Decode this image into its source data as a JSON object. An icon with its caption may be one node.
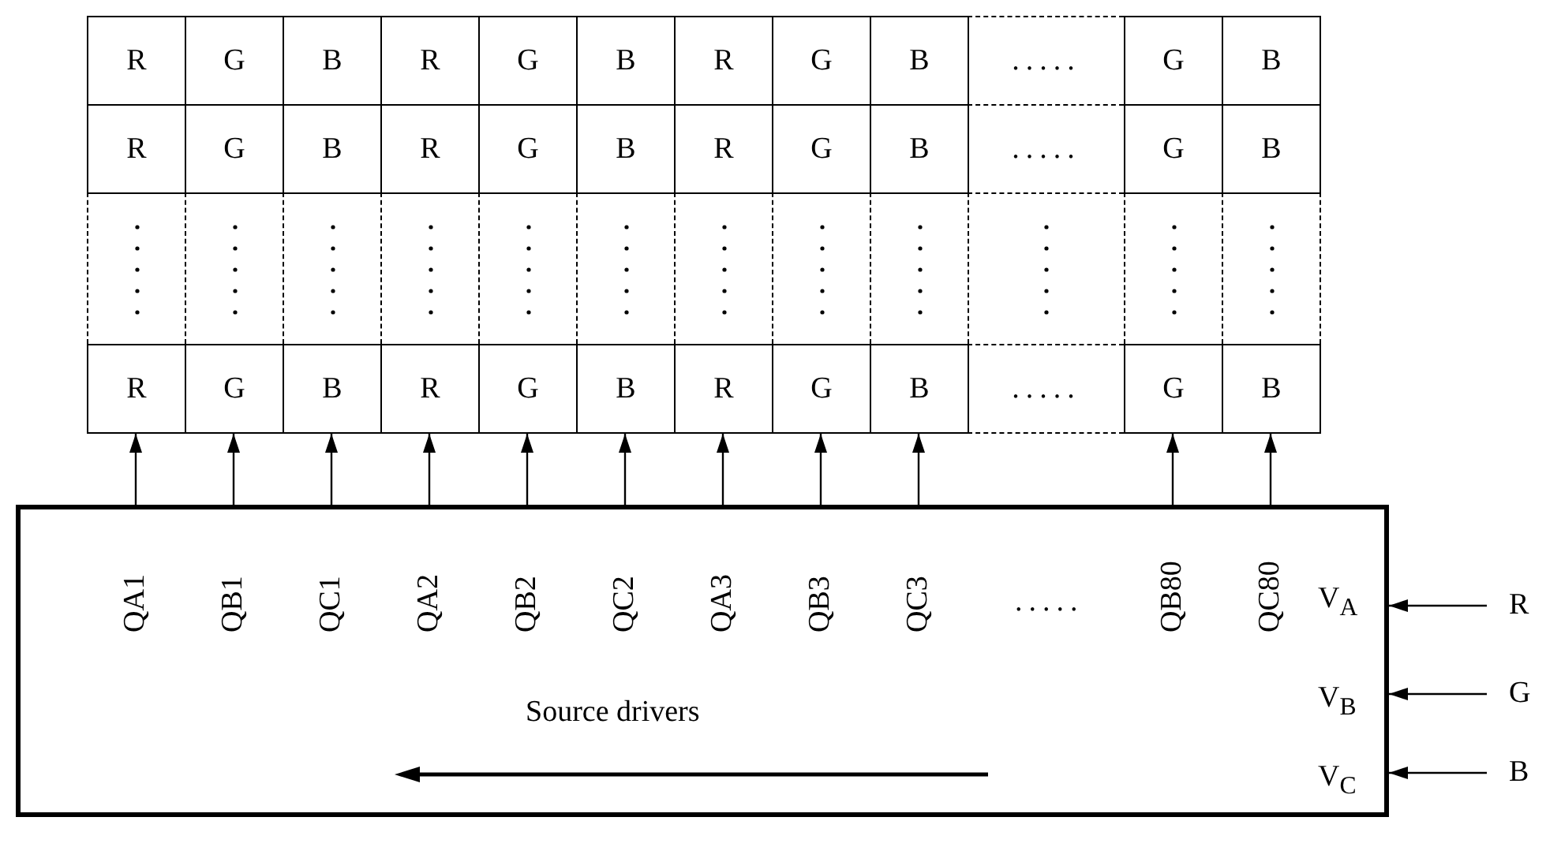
{
  "diagram": {
    "nodes": [
      {
        "text": [
          "R"
        ]
      },
      {
        "text": [
          "G"
        ]
      },
      {
        "text": [
          "B"
        ]
      },
      {
        "text": [
          "R"
        ]
      },
      {
        "text": [
          "G"
        ]
      },
      {
        "text": [
          "B"
        ]
      },
      {
        "text": [
          "R"
        ]
      },
      {
        "text": [
          "G"
        ]
      },
      {
        "text": [
          "B"
        ]
      },
      {
        "text": [
          "....."
        ]
      },
      {
        "text": [
          "G"
        ]
      },
      {
        "text": [
          "B"
        ]
      },
      {
        "text": [
          "R"
        ]
      },
      {
        "text": [
          "G"
        ]
      },
      {
        "text": [
          "B"
        ]
      },
      {
        "text": [
          "R"
        ]
      },
      {
        "text": [
          "G"
        ]
      },
      {
        "text": [
          "B"
        ]
      },
      {
        "text": [
          "R"
        ]
      },
      {
        "text": [
          "G"
        ]
      },
      {
        "text": [
          "B"
        ]
      },
      {
        "text": [
          "....."
        ]
      },
      {
        "text": [
          "G"
        ]
      },
      {
        "text": [
          "B"
        ]
      },
      {
        "text": [],
        "shape": "box"
      },
      {
        "text": [],
        "shape": "box"
      },
      {
        "text": [],
        "shape": "box"
      },
      {
        "text": [],
        "shape": "box"
      },
      {
        "text": [],
        "shape": "box"
      },
      {
        "text": [],
        "shape": "box"
      },
      {
        "text": [],
        "shape": "box"
      },
      {
        "text": [],
        "shape": "box"
      },
      {
        "text": [],
        "shape": "box"
      },
      {
        "text": [],
        "shape": "box"
      },
      {
        "text": [],
        "shape": "box"
      },
      {
        "text": [],
        "shape": "box"
      },
      {
        "text": [
          "R"
        ]
      },
      {
        "text": [
          "G"
        ]
      },
      {
        "text": [
          "B"
        ]
      },
      {
        "text": [
          "R"
        ]
      },
      {
        "text": [
          "G"
        ]
      },
      {
        "text": [
          "B"
        ]
      },
      {
        "text": [
          "R"
        ]
      },
      {
        "text": [
          "G"
        ]
      },
      {
        "text": [
          "B"
        ]
      },
      {
        "text": [
          "....."
        ]
      },
      {
        "text": [
          "G"
        ]
      },
      {
        "text": [
          "B"
        ]
      },
      {
        "text": [
          "Source drivers"
        ]
      },
      {
        "text": [
          "QA1"
        ],
        "in": 48
      },
      {
        "text": [
          "QB1"
        ],
        "in": 48
      },
      {
        "text": [
          "QC1"
        ],
        "in": 48
      },
      {
        "text": [
          "QA2"
        ],
        "in": 48
      },
      {
        "text": [
          "QB2"
        ],
        "in": 48
      },
      {
        "text": [
          "QC2"
        ],
        "in": 48
      },
      {
        "text": [
          "QA3"
        ],
        "in": 48
      },
      {
        "text": [
          "QB3"
        ],
        "in": 48
      },
      {
        "text": [
          "QC3"
        ],
        "in": 48
      },
      {
        "text": [
          "QB80"
        ],
        "in": 48
      },
      {
        "text": [
          "QC80"
        ],
        "in": 48
      },
      {
        "text": [
          "V$_{A}$"
        ],
        "in": 48
      },
      {
        "text": [
          "V$_{B}$"
        ],
        "in": 48
      },
      {
        "text": [
          "V$_{C}$"
        ],
        "in": 48
      },
      {
        "text": [
          "R"
        ]
      },
      {
        "text": [
          "G"
        ]
      },
      {
        "text": [
          "B"
        ]
      }
    ],
    "edges": [
      {
        "from": 49,
        "to": 36,
        "arrow": "to"
      },
      {
        "from": 50,
        "to": 37,
        "arrow": "to"
      },
      {
        "from": 51,
        "to": 38,
        "arrow": "to"
      },
      {
        "from": 52,
        "to": 39,
        "arrow": "to"
      },
      {
        "from": 53,
        "to": 40,
        "arrow": "to"
      },
      {
        "from": 54,
        "to": 41,
        "arrow": "to"
      },
      {
        "from": 55,
        "to": 42,
        "arrow": "to"
      },
      {
        "from": 56,
        "to": 43,
        "arrow": "to"
      },
      {
        "from": 57,
        "to": 44,
        "arrow": "to"
      },
      {
        "from": 58,
        "to": 46,
        "arrow": "to"
      },
      {
        "from": 59,
        "to": 47,
        "arrow": "to"
      },
      {
        "from": 63,
        "to": 60,
        "arrow": "to"
      },
      {
        "from": 64,
        "to": 61,
        "arrow": "to"
      },
      {
        "from": 65,
        "to": 62,
        "arrow": "to"
      }
    ],
    "labels": [
      "....."
    ]
  }
}
